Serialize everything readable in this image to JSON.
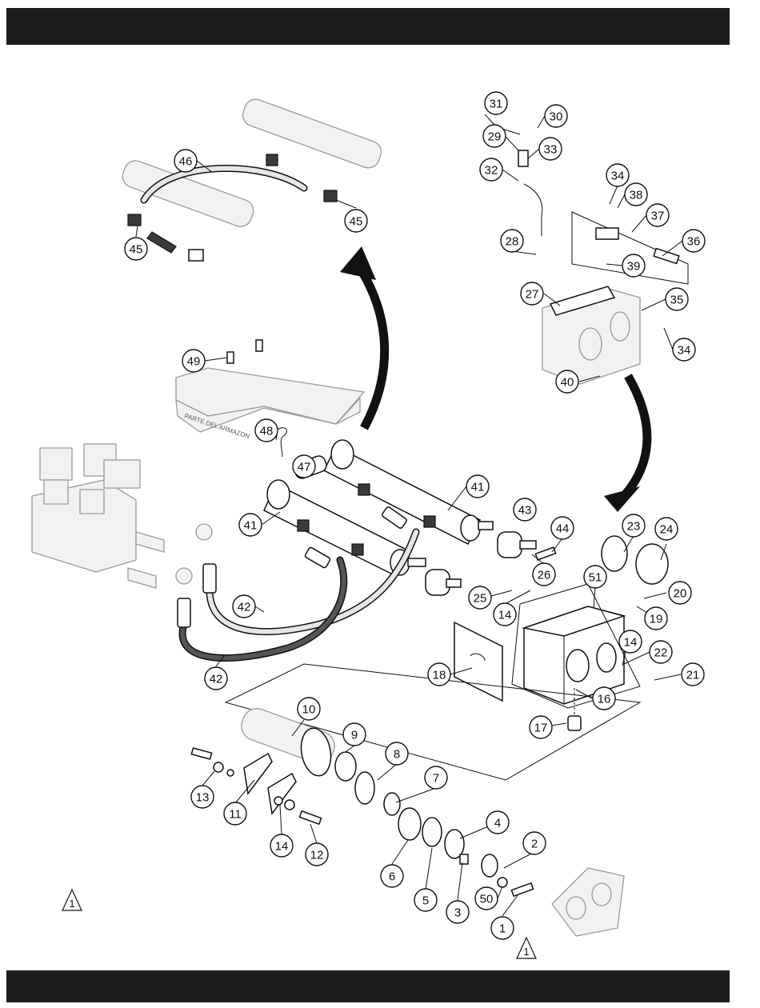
{
  "frame_label": "PARTE DEL ARMAZON",
  "note_symbol": "1",
  "callouts": [
    {
      "n": "1"
    },
    {
      "n": "2"
    },
    {
      "n": "3"
    },
    {
      "n": "4"
    },
    {
      "n": "5"
    },
    {
      "n": "6"
    },
    {
      "n": "7"
    },
    {
      "n": "8"
    },
    {
      "n": "9"
    },
    {
      "n": "10"
    },
    {
      "n": "11"
    },
    {
      "n": "12"
    },
    {
      "n": "13"
    },
    {
      "n": "14"
    },
    {
      "n": "14"
    },
    {
      "n": "14"
    },
    {
      "n": "16"
    },
    {
      "n": "17"
    },
    {
      "n": "18"
    },
    {
      "n": "19"
    },
    {
      "n": "20"
    },
    {
      "n": "21"
    },
    {
      "n": "22"
    },
    {
      "n": "23"
    },
    {
      "n": "24"
    },
    {
      "n": "25"
    },
    {
      "n": "26"
    },
    {
      "n": "27"
    },
    {
      "n": "28"
    },
    {
      "n": "29"
    },
    {
      "n": "30"
    },
    {
      "n": "31"
    },
    {
      "n": "32"
    },
    {
      "n": "33"
    },
    {
      "n": "34"
    },
    {
      "n": "34"
    },
    {
      "n": "35"
    },
    {
      "n": "36"
    },
    {
      "n": "37"
    },
    {
      "n": "38"
    },
    {
      "n": "39"
    },
    {
      "n": "40"
    },
    {
      "n": "41"
    },
    {
      "n": "41"
    },
    {
      "n": "42"
    },
    {
      "n": "42"
    },
    {
      "n": "43"
    },
    {
      "n": "44"
    },
    {
      "n": "45"
    },
    {
      "n": "45"
    },
    {
      "n": "46"
    },
    {
      "n": "47"
    },
    {
      "n": "48"
    },
    {
      "n": "49"
    },
    {
      "n": "50"
    },
    {
      "n": "51"
    }
  ]
}
